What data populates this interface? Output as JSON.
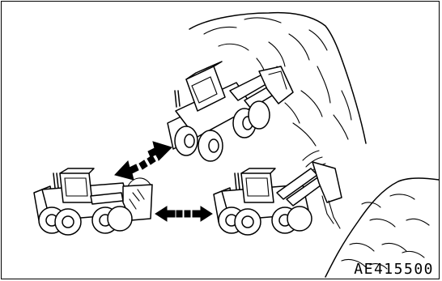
{
  "figure": {
    "code": "AE415500",
    "colors": {
      "line": "#000000",
      "background": "#ffffff"
    },
    "scenes": [
      {
        "name": "loader-digging-pile"
      },
      {
        "name": "loader-carrying-load"
      },
      {
        "name": "loader-dumping-load"
      }
    ],
    "arrows": [
      {
        "name": "diagonal-double-arrow",
        "direction": "bidirectional"
      },
      {
        "name": "horizontal-double-arrow",
        "direction": "bidirectional"
      }
    ]
  }
}
